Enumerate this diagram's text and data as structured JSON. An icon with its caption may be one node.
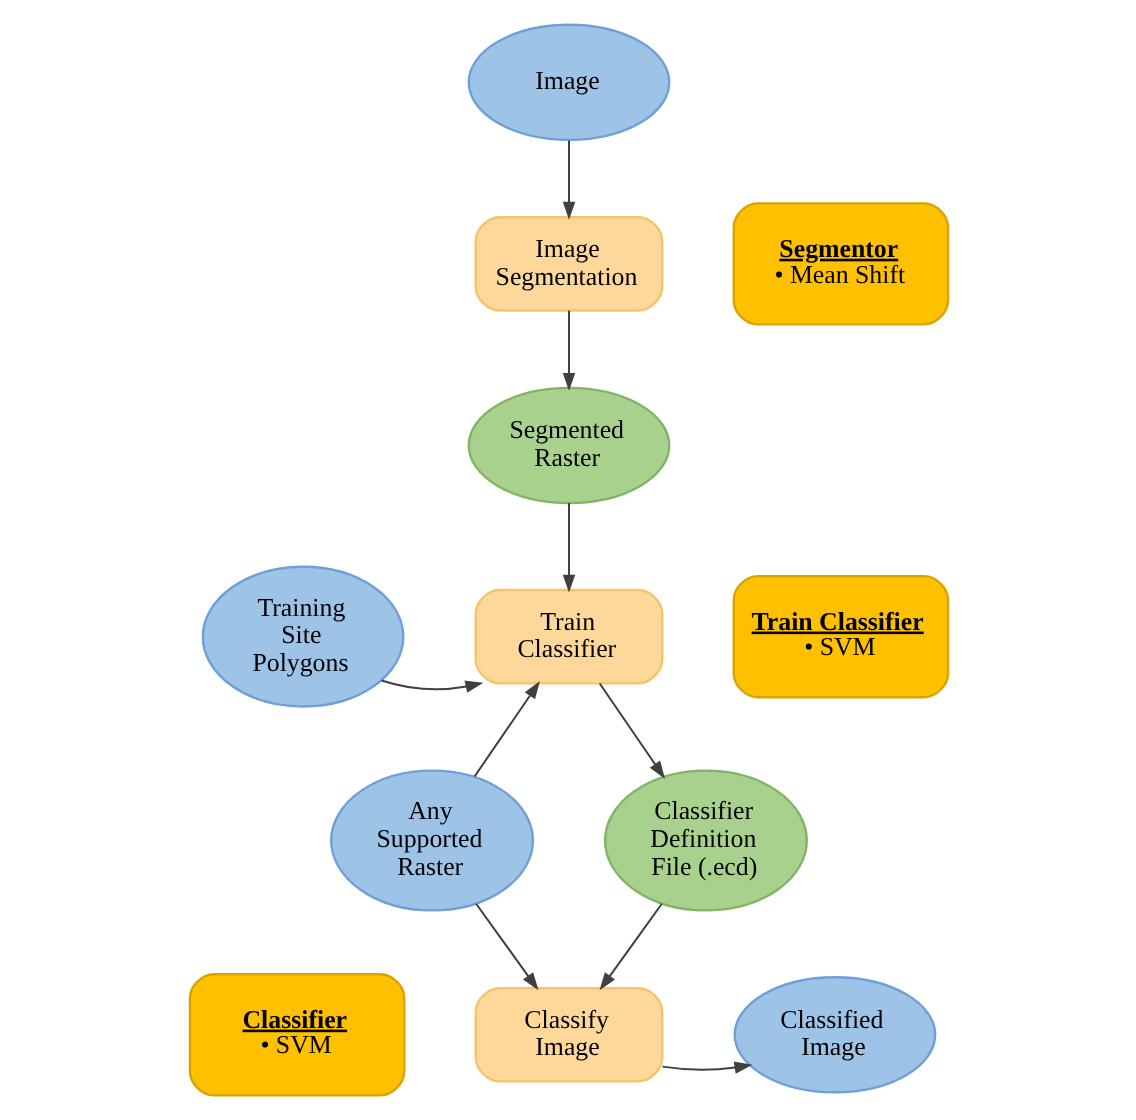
{
  "diagram": {
    "nodes": [
      {
        "text": [
          "Image"
        ]
      },
      {
        "text": [
          "Image Segmentation"
        ]
      },
      {
        "text": [
          "Segmentor",
          "• Mean Shift"
        ]
      },
      {
        "text": [
          "Segmented Raster"
        ]
      },
      {
        "text": [
          "Training Site Polygons"
        ]
      },
      {
        "text": [
          "Train Classifier"
        ]
      },
      {
        "text": [
          "Train Classifier",
          "• SVM"
        ]
      },
      {
        "text": [
          "Any Supported Raster"
        ]
      },
      {
        "text": [
          "Classifier Definition File (.ecd)"
        ]
      },
      {
        "text": [
          "Classifier",
          "• SVM"
        ]
      },
      {
        "text": [
          "Classify Image"
        ]
      },
      {
        "text": [
          "Classified Image"
        ]
      }
    ],
    "edges": [
      {
        "from": 0,
        "to": 1,
        "arrow": "to"
      },
      {
        "from": 1,
        "to": 3,
        "arrow": "to"
      },
      {
        "from": 3,
        "to": 5,
        "arrow": "to"
      },
      {
        "from": 4,
        "to": 5,
        "arrow": "to"
      },
      {
        "from": 7,
        "to": 5,
        "arrow": "to"
      },
      {
        "from": 5,
        "to": 8,
        "arrow": "to"
      },
      {
        "from": 7,
        "to": 10,
        "arrow": "to"
      },
      {
        "from": 8,
        "to": 10,
        "arrow": "to"
      },
      {
        "from": 10,
        "to": 11,
        "arrow": "to"
      }
    ]
  }
}
